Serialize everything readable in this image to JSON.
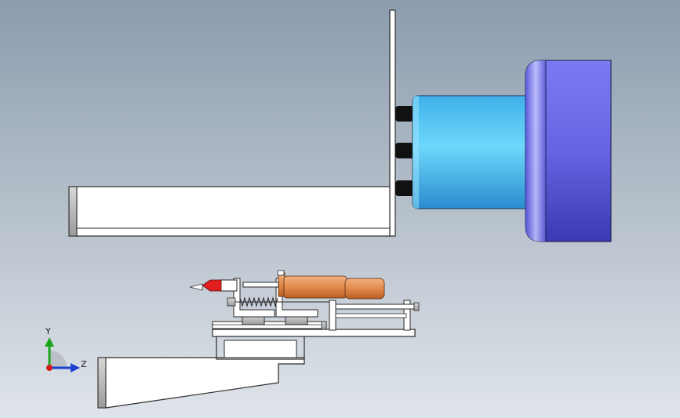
{
  "viewport": {
    "background_top": "#8b9cae",
    "background_bottom": "#dfe4ea"
  },
  "scene": {
    "upper_assembly": [
      "base-plate",
      "vertical-plate",
      "spindle-housing",
      "mounting-bolts"
    ],
    "lower_assembly": [
      "support-bracket",
      "slide-table",
      "rail",
      "spring",
      "tool-holder",
      "tool-tip"
    ]
  },
  "triad": {
    "y_label": "Y",
    "z_label": "Z",
    "y_color": "#1aa51a",
    "z_color": "#1a3fd1",
    "x_color": "#d01a1a"
  },
  "colors": {
    "spindle_blue": "#6a6ae6",
    "spindle_cyan": "#4ec8f0",
    "tool_orange": "#e0874a",
    "tip_red": "#e02020",
    "part_white": "#ffffff"
  }
}
